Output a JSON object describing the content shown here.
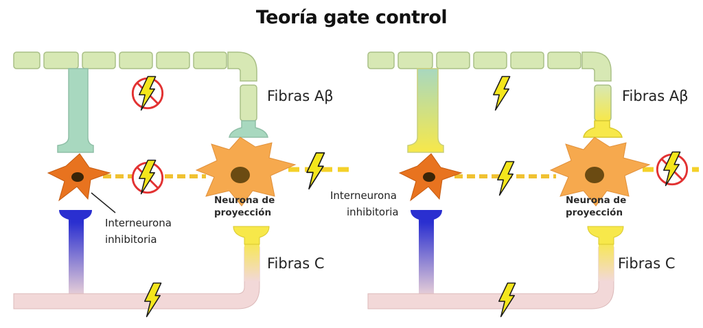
{
  "title": "Teoría gate control",
  "panels": [
    {
      "fibras_ab": "Fibras Aβ",
      "fibras_c": "Fibras C",
      "interneurona_line1": "Interneurona",
      "interneurona_line2": "inhibitoria",
      "neurona_line1": "Neurona de",
      "neurona_line2": "proyección"
    },
    {
      "fibras_ab": "Fibras Aβ",
      "fibras_c": "Fibras C",
      "interneurona_line1": "Interneurona",
      "interneurona_line2": "inhibitoria",
      "neurona_line1": "Neurona de",
      "neurona_line2": "proyección"
    }
  ],
  "colors": {
    "myelin": "#d7e8b4",
    "myelin_stroke": "#a9bf86",
    "teal": "#a8d8bf",
    "yellow": "#f7e84a",
    "blue": "#2a2fd0",
    "pink": "#f2d8d8",
    "orange_neuron": "#f6a94e",
    "inhibitory_neuron": "#e8731f",
    "nucleus": "#6b4b12",
    "bolt": "#f4e61c",
    "block_red": "#e23232"
  },
  "icons": [
    "lightning-bolt-icon",
    "blocked-signal-icon"
  ]
}
